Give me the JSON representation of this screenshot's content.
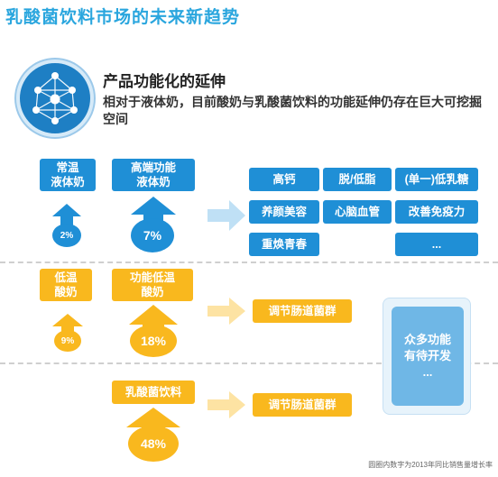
{
  "header": {
    "title": "乳酸菌饮料市场的未来新趋势"
  },
  "intro": {
    "icon": "network-nodes-icon",
    "title": "产品功能化的延伸",
    "description": "相对于液体奶，目前酸奶与乳酸菌饮料的功能延伸仍存在巨大可挖掘空间"
  },
  "rows": {
    "liquid_milk": {
      "normal": {
        "label_line1": "常温",
        "label_line2": "液体奶",
        "growth": "2%"
      },
      "high_end": {
        "label_line1": "高端功能",
        "label_line2": "液体奶",
        "growth": "7%"
      },
      "functions": [
        "高钙",
        "脱/低脂",
        "(单一)低乳糖",
        "养颜美容",
        "心脑血管",
        "改善免疫力",
        "重焕青春",
        "..."
      ]
    },
    "yogurt": {
      "low_temp": {
        "label_line1": "低温",
        "label_line2": "酸奶",
        "growth": "9%"
      },
      "functional": {
        "label_line1": "功能低温",
        "label_line2": "酸奶",
        "growth": "18%"
      },
      "function": "调节肠道菌群"
    },
    "lactic_drink": {
      "label": "乳酸菌饮料",
      "growth": "48%",
      "function": "调节肠道菌群"
    }
  },
  "future": {
    "line1": "众多功能",
    "line2": "有待开发",
    "line3": "..."
  },
  "footnote": "圆圈内数字为2013年同比销售量增长率",
  "colors": {
    "blue": "#1f8fd6",
    "orange": "#f9b81e",
    "title_blue": "#2aa6de",
    "light_arrow": "#bfe0f5"
  }
}
